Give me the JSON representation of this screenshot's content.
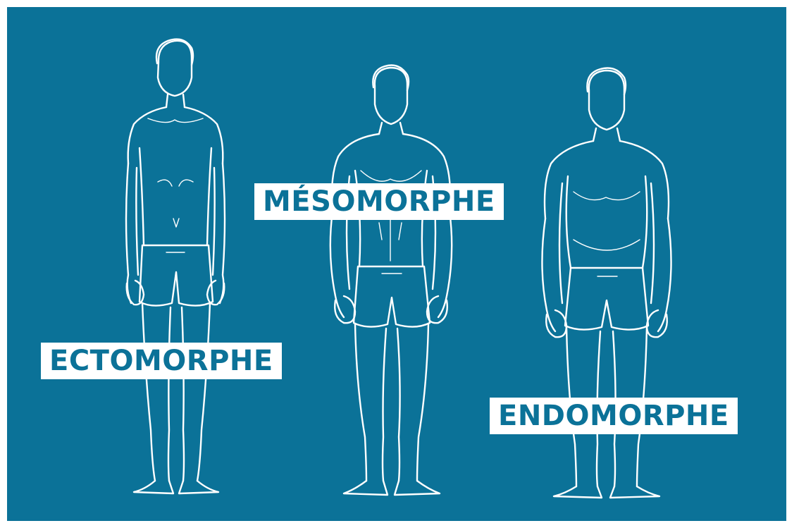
{
  "colors": {
    "background": "#0b7298",
    "line": "#ffffff",
    "label_bg": "#ffffff",
    "label_text": "#0b7298"
  },
  "labels": {
    "ectomorph": "ECTOMORPHE",
    "mesomorph": "MÉSOMORPHE",
    "endomorph": "ENDOMORPHE"
  }
}
